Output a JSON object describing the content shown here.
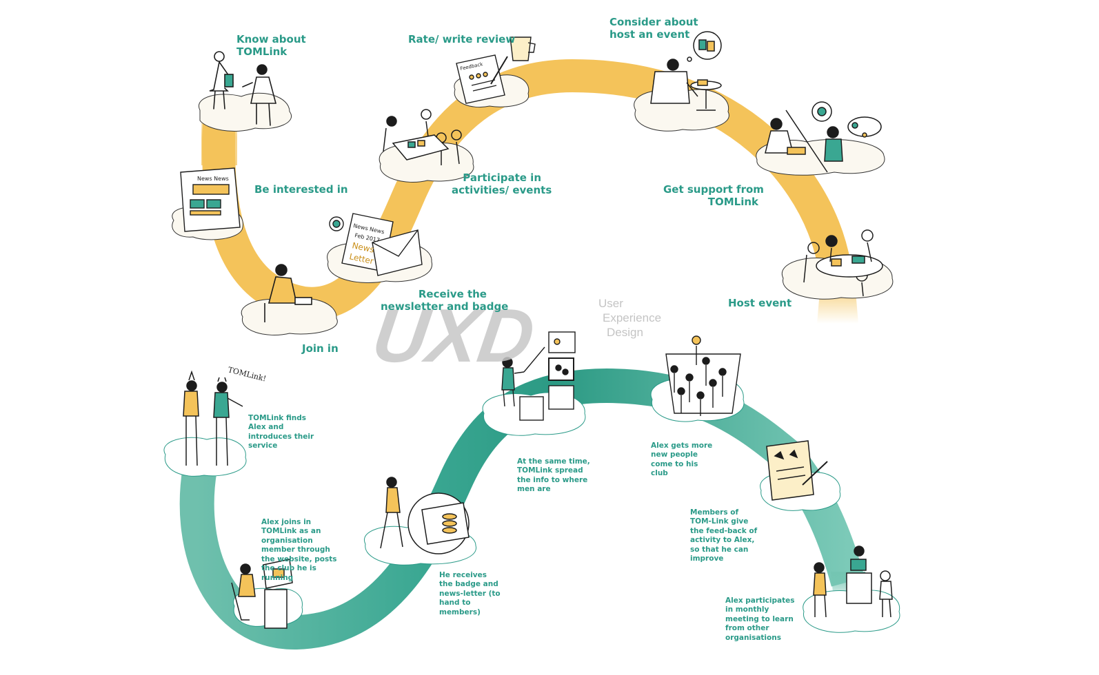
{
  "watermark": {
    "logo_text": "UXD",
    "lines": [
      "User",
      "Experience",
      "Design"
    ]
  },
  "colors": {
    "yellow_path": "#f4c35a",
    "teal_path": "#2f9f8a",
    "label_teal": "#2a9a88",
    "ink": "#1c1c1c",
    "cloud_fill": "#fbf8f0"
  },
  "top_journey": {
    "steps": [
      {
        "id": "know",
        "label": "Know about\nTOMLink"
      },
      {
        "id": "interested",
        "label": "Be interested in"
      },
      {
        "id": "join",
        "label": "Join in"
      },
      {
        "id": "newsletter",
        "label": "Receive the\nnewsletter and badge"
      },
      {
        "id": "participate",
        "label": "Participate in\nactivities/ events"
      },
      {
        "id": "rate",
        "label": "Rate/ write review"
      },
      {
        "id": "consider",
        "label": "Consider about\nhost an event"
      },
      {
        "id": "support",
        "label": "Get support from\nTOMLink"
      },
      {
        "id": "host",
        "label": "Host event"
      }
    ],
    "sketch_texts": {
      "news_header": "News News",
      "news_date": "Feb 2017",
      "news_title1": "News",
      "news_title2": "Letter",
      "feedback_header": "Feedback"
    }
  },
  "bottom_journey": {
    "steps": [
      {
        "id": "finds",
        "label": "TOMLink finds Alex and introduces their service"
      },
      {
        "id": "joins",
        "label": "Alex joins in TOMLink as an organisation member through the website, posts the club he is running"
      },
      {
        "id": "badge",
        "label": "He receives the badge and news-letter (to hand to members)"
      },
      {
        "id": "spread",
        "label": "At the same time, TOMLink spread the info to where men are"
      },
      {
        "id": "more_people",
        "label": "Alex gets more new people come to his club"
      },
      {
        "id": "feedback",
        "label": "Members of TOM-Link give the feed-back of activity to Alex, so that he can improve"
      },
      {
        "id": "meeting",
        "label": "Alex participates in monthly meeting to learn from other organisations"
      }
    ],
    "sketch_texts": {
      "speech": "TOMLink!"
    }
  }
}
